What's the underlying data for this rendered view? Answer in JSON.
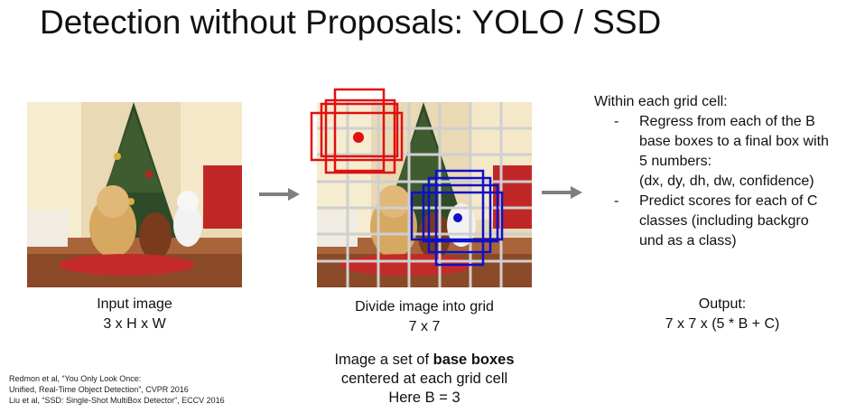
{
  "slide": {
    "title": "Detection without Proposals: YOLO / SSD"
  },
  "input": {
    "caption_line1": "Input image",
    "caption_line2": "3 x H x W"
  },
  "grid": {
    "caption_line1": "Divide image into grid",
    "caption_line2": "7 x 7",
    "base_line1_prefix": "Image a set of ",
    "base_line1_bold": "base boxes",
    "base_line2": "centered at each grid cell",
    "base_line3": "Here B = 3"
  },
  "explanation": {
    "heading": "Within each grid cell:",
    "bullets": [
      {
        "dash": "-",
        "lines": [
          "Regress from each of the B",
          "base boxes to a final box with",
          "5 numbers:",
          "(dx, dy, dh, dw, confidence)"
        ]
      },
      {
        "dash": "-",
        "lines": [
          "Predict scores for each of C",
          "classes (including  backgro",
          "und as a class)"
        ]
      }
    ]
  },
  "output": {
    "caption_line1": "Output:",
    "caption_line2": "7 x 7 x (5 * B + C)"
  },
  "references": {
    "line1": "Redmon et al, “You Only Look Once:",
    "line2": "Unified, Real-Time Object Detection”, CVPR 2016",
    "line3": "Liu et al, “SSD: Single-Shot MultiBox Detector”, ECCV 2016"
  },
  "colors": {
    "red_box": "#e01010",
    "blue_box": "#1010c8",
    "grid_line": "#cfcfcf",
    "arrow": "#7f7f7f"
  }
}
